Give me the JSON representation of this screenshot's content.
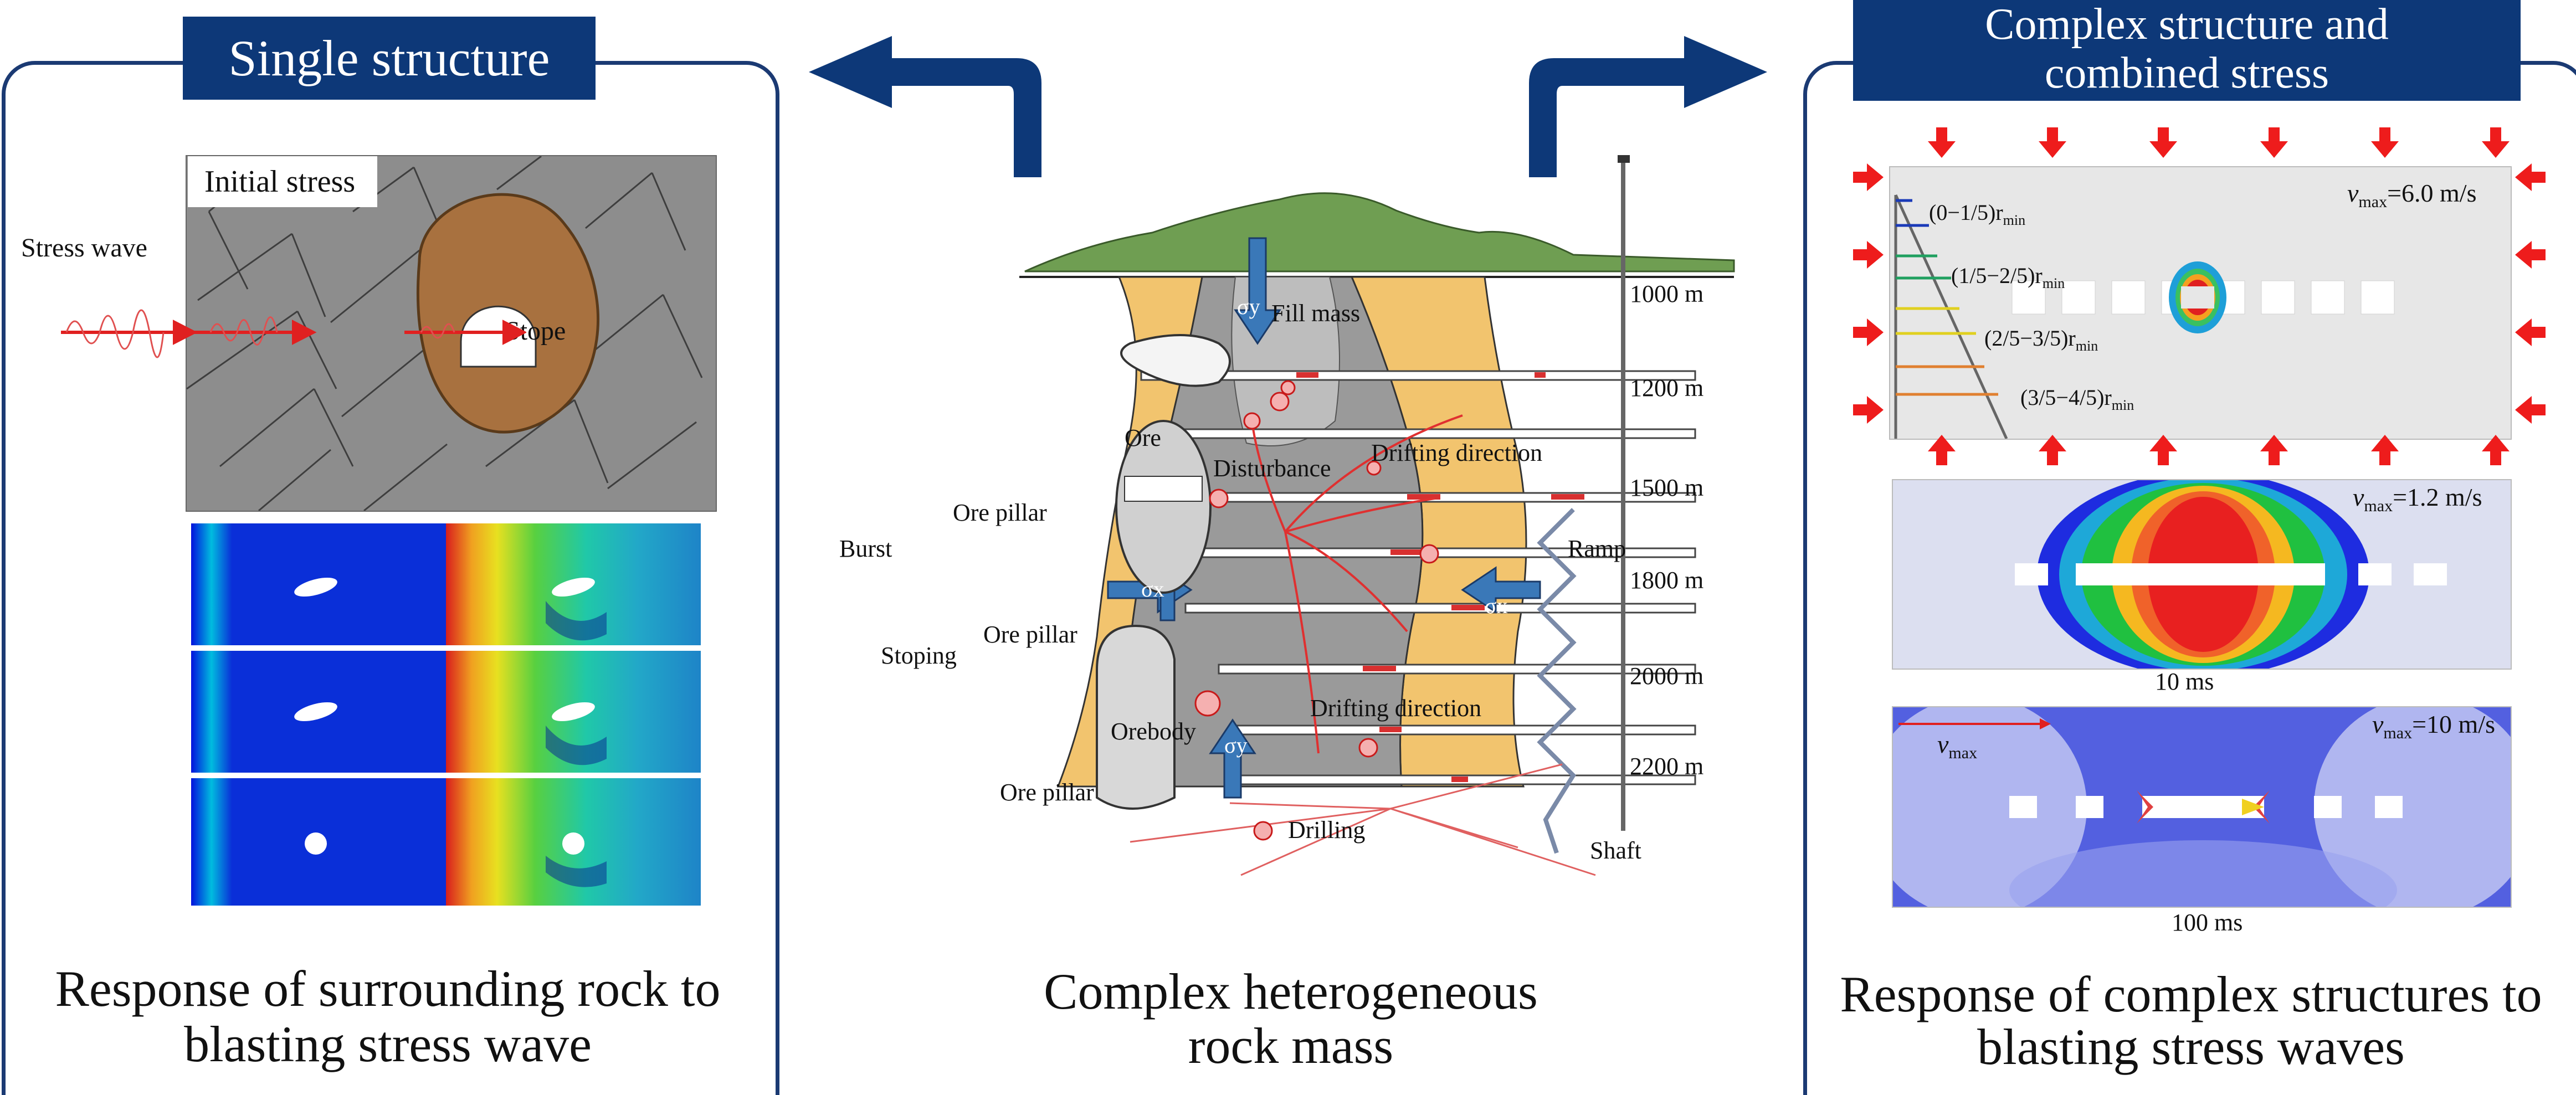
{
  "left_panel": {
    "title": "Single structure",
    "initial_stress_label": "Initial stress",
    "stress_wave_label": "Stress wave",
    "stope_label": "Stope",
    "caption_line1": "Response of surrounding rock to",
    "caption_line2": "blasting stress wave"
  },
  "center_panel": {
    "labels": {
      "fill_mass": "Fill mass",
      "ore": "Ore",
      "disturbance": "Disturbance",
      "drifting_direction_1": "Drifting direction",
      "drifting_direction_2": "Drifting direction",
      "ore_pillar_1": "Ore pillar",
      "ore_pillar_2": "Ore pillar",
      "ore_pillar_3": "Ore pillar",
      "burst": "Burst",
      "stoping": "Stoping",
      "orebody": "Orebody",
      "drilling": "Drilling",
      "ramp": "Ramp",
      "shaft": "Shaft",
      "sigma_y": "σy",
      "sigma_x": "σx"
    },
    "depths": [
      "1000 m",
      "1200 m",
      "1500 m",
      "1800 m",
      "2000 m",
      "2200 m"
    ],
    "caption_line1": "Complex heterogeneous",
    "caption_line2": "rock mass"
  },
  "right_panel": {
    "title_line1": "Complex structure and",
    "title_line2": "combined stress",
    "plate1": {
      "vmax_label": "v",
      "vmax_sub": "max",
      "vmax_value": "=6.0 m/s",
      "ranges": [
        {
          "text": "(0−1/5)r",
          "sub": "min"
        },
        {
          "text": "(1/5−2/5)r",
          "sub": "min"
        },
        {
          "text": "(2/5−3/5)r",
          "sub": "min"
        },
        {
          "text": "(3/5−4/5)r",
          "sub": "min"
        }
      ]
    },
    "plate2": {
      "vmax_label": "v",
      "vmax_sub": "max",
      "vmax_value": "=1.2 m/s",
      "time": "10 ms"
    },
    "plate3": {
      "vmax_label": "v",
      "vmax_sub": "max",
      "vmax_value": "=10 m/s",
      "time": "100 ms",
      "scale_label": "v",
      "scale_sub": "max"
    },
    "caption_line1": "Response of complex structures to",
    "caption_line2": "blasting stress waves"
  },
  "colors": {
    "banner": "#0d3878",
    "panel_border": "#1b3a73",
    "ore": "#f2c46e",
    "orebody": "#9a9a9a",
    "terrain": "#6f9e52",
    "stope_halo": "#a8713f",
    "arrow": "#e53030"
  }
}
